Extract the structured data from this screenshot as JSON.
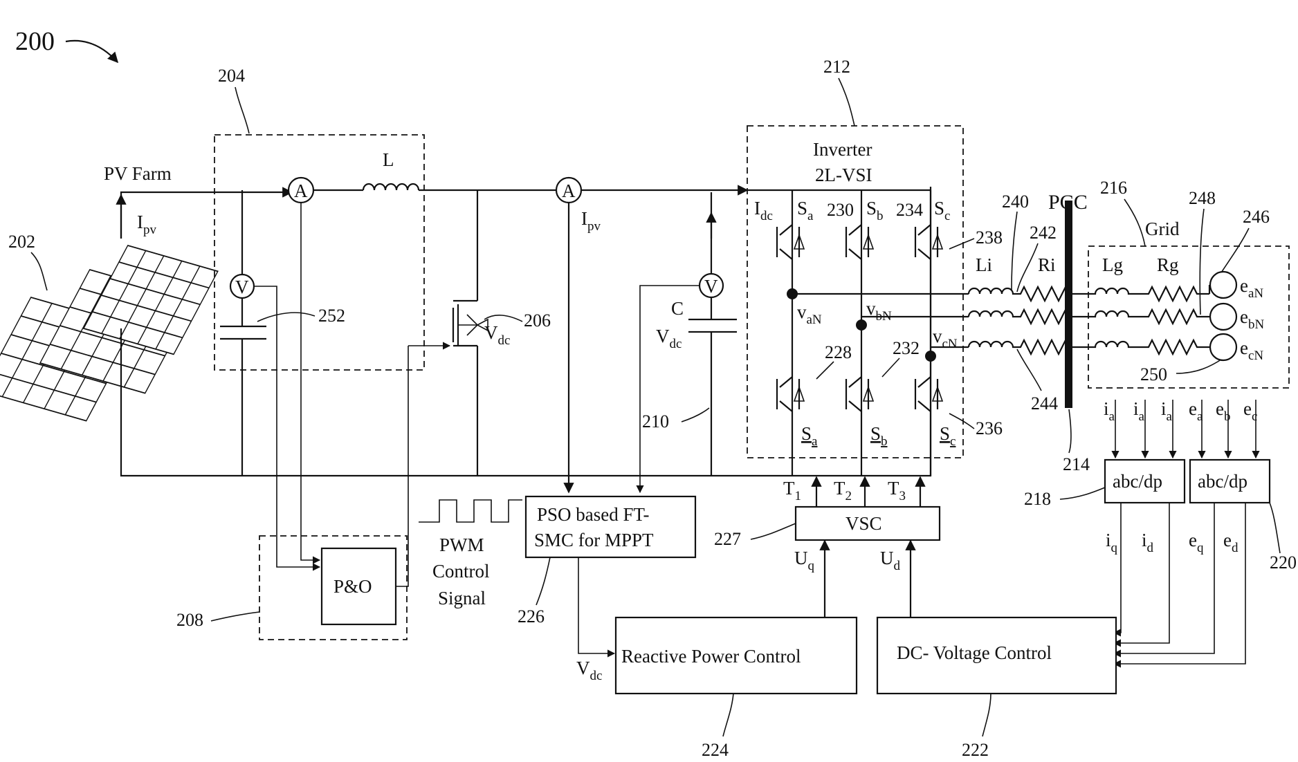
{
  "figure": {
    "number": "200",
    "refs": {
      "pv_array": "202",
      "boost_converter": "204",
      "switch": "206",
      "po_controller": "208",
      "dc_link": "210",
      "inverter": "212",
      "pcc_bus": "214",
      "grid": "216",
      "abc_dq_current": "218",
      "abc_dq_voltage": "220",
      "dc_voltage_control": "222",
      "reactive_power_control": "224",
      "mppt_controller": "226",
      "vsc": "227",
      "switch_228": "228",
      "switch_230": "230",
      "switch_232": "232",
      "switch_234": "234",
      "switch_236": "236",
      "switch_238": "238",
      "line_240": "240",
      "line_242": "242",
      "line_244": "244",
      "source_246": "246",
      "line_248": "248",
      "line_250": "250",
      "capacitor_252": "252"
    }
  },
  "labels": {
    "pv_farm": "PV Farm",
    "ipv_main": "I",
    "ipv_sub": "pv",
    "ipv2_main": "I",
    "ipv2_sub": "pv",
    "inductor_L": "L",
    "ammeter": "A",
    "voltmeter": "V",
    "vdc_main": "V",
    "vdc_sub": "dc",
    "cap_C": "C",
    "inverter_line1": "Inverter",
    "inverter_line2": "2L-VSI",
    "idc_main": "I",
    "idc_sub": "dc",
    "sa": "S",
    "sa_sub": "a",
    "sb": "S",
    "sb_sub": "b",
    "sc": "S",
    "sc_sub": "c",
    "van": "v",
    "van_sub": "aN",
    "vbn": "v",
    "vbn_sub": "bN",
    "vcn": "v",
    "vcn_sub": "cN",
    "li": "Li",
    "ri": "Ri",
    "pcc": "PCC",
    "grid": "Grid",
    "lg": "Lg",
    "rg": "Rg",
    "ean": "e",
    "ean_sub": "aN",
    "ebn": "e",
    "ebn_sub": "bN",
    "ecn": "e",
    "ecn_sub": "cN",
    "ia": "i",
    "ia_sub": "a",
    "ea": "e",
    "ea_sub": "a",
    "eb": "e",
    "eb_sub": "b",
    "ec": "e",
    "ec_sub": "c",
    "abc_dp": "abc/dp",
    "iq": "i",
    "iq_sub": "q",
    "id": "i",
    "id_sub": "d",
    "eq": "e",
    "eq_sub": "q",
    "ed": "e",
    "ed_sub": "d",
    "t1": "T",
    "t1_sub": "1",
    "t2": "T",
    "t2_sub": "2",
    "t3": "T",
    "t3_sub": "3",
    "vsc": "VSC",
    "uq": "U",
    "uq_sub": "q",
    "ud": "U",
    "ud_sub": "d",
    "mppt_line1": "PSO based FT-",
    "mppt_line2": "SMC for MPPT",
    "pwm_line1": "PWM",
    "pwm_line2": "Control",
    "pwm_line3": "Signal",
    "po": "P&O",
    "reactive_power_control": "Reactive Power Control",
    "dc_voltage_control": "DC- Voltage Control"
  }
}
